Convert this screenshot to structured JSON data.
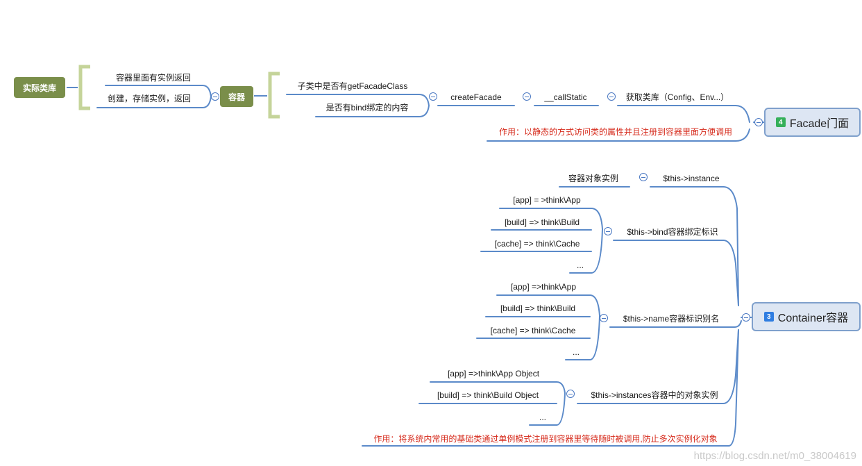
{
  "left": {
    "root": "实际类库",
    "bracket_items": [
      "容器里面有实例返回",
      "创建，存储实例，返回"
    ],
    "container": "容器",
    "container_items": [
      "子类中是否有getFacadeClass",
      "是否有bind绑定的内容"
    ]
  },
  "facade": {
    "badge": "4",
    "title": "Facade门面",
    "chain": [
      "createFacade",
      "__callStatic",
      "获取类库（Config、Env...）"
    ],
    "note": "作用：以静态的方式访问类的属性并且注册到容器里面方便调用",
    "badge_color": "#35b05a"
  },
  "container": {
    "badge": "3",
    "title": "Container容器",
    "badge_color": "#2f7de1",
    "instance": {
      "label": "$this->instance",
      "child": "容器对象实例"
    },
    "bind": {
      "label": "$this->bind容器绑定标识",
      "items": [
        "[app] = >think\\App",
        "[build] => think\\Build",
        "[cache] => think\\Cache",
        "..."
      ]
    },
    "name": {
      "label": "$this->name容器标识别名",
      "items": [
        "[app] =>think\\App",
        "[build] => think\\Build",
        "[cache] => think\\Cache",
        "..."
      ]
    },
    "instances": {
      "label": "$this->instances容器中的对象实例",
      "items": [
        "[app] =>think\\App    Object",
        "[build] => think\\Build    Object",
        "..."
      ]
    },
    "note": "作用：将系统内常用的基础类通过单例模式注册到容器里等待随时被调用,防止多次实例化对象"
  },
  "watermark": "https://blog.csdn.net/m0_38004619",
  "colors": {
    "line": "#5b8ac9",
    "bracket": "#c5d49a",
    "green_node": "#7a8e4a",
    "red_text": "#d62b1c"
  }
}
